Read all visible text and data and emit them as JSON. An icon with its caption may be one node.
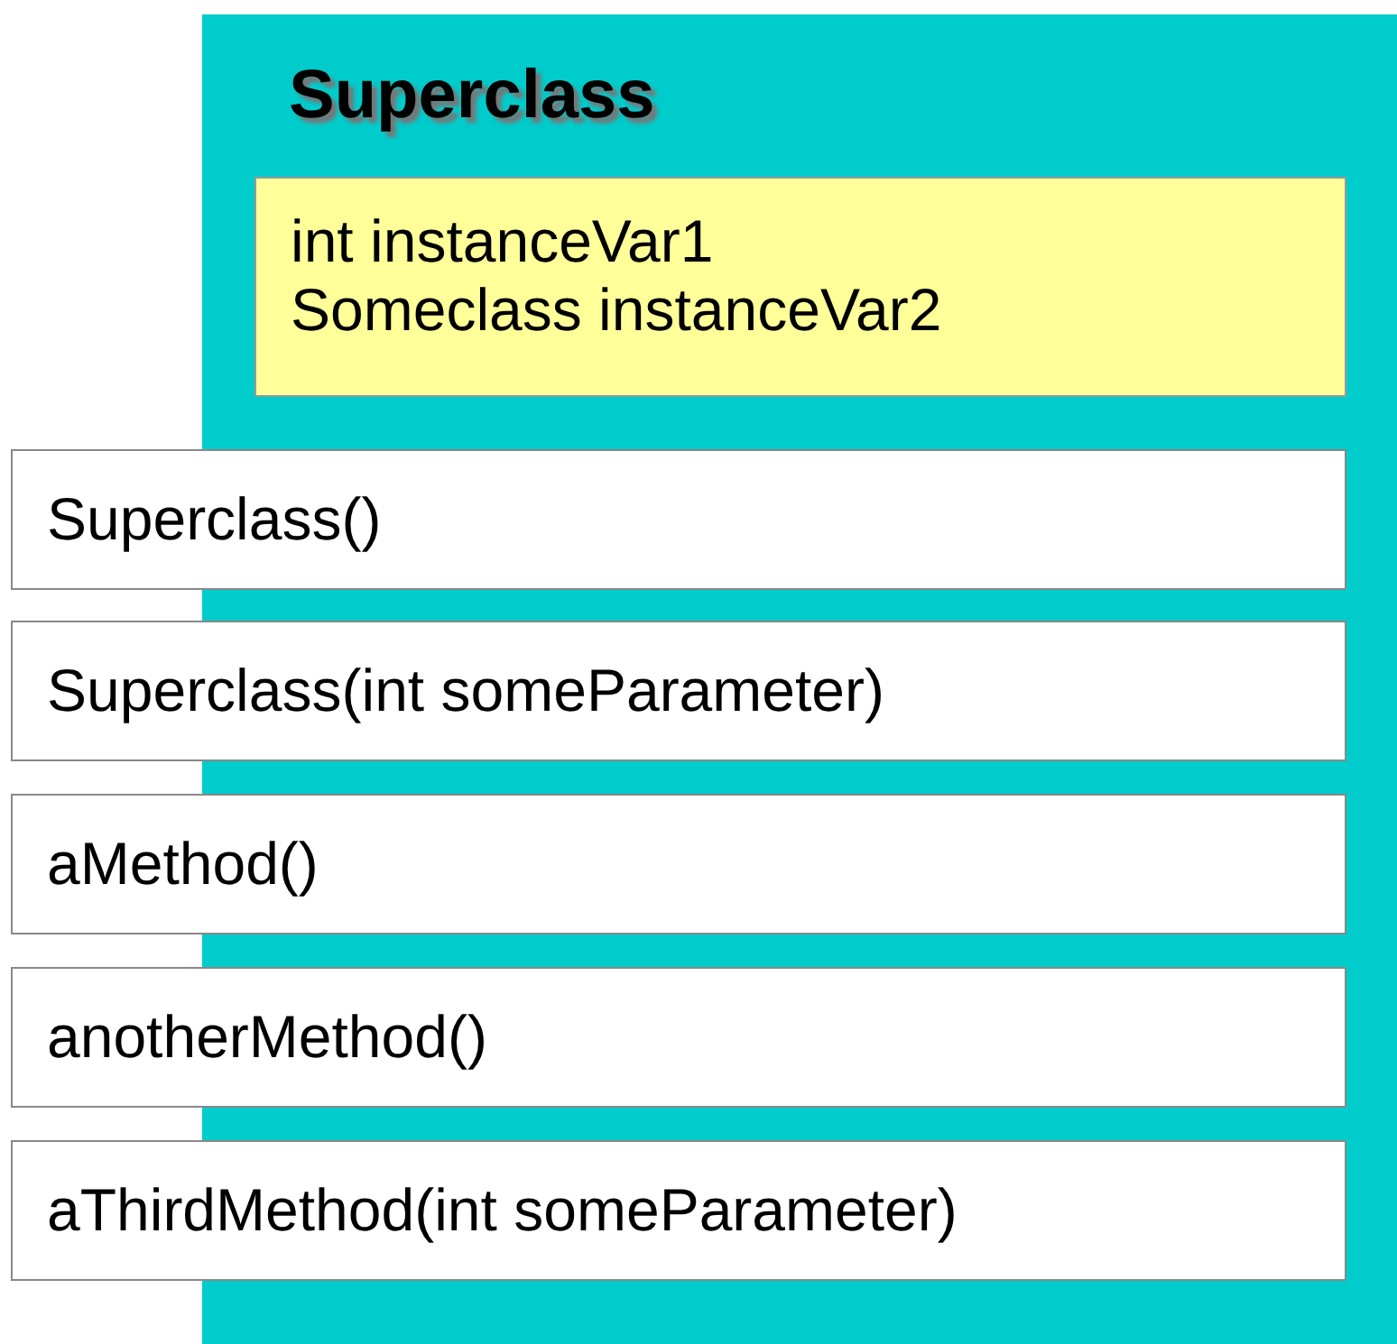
{
  "diagram": {
    "nodes": [
      {
        "text": [
          "Superclass"
        ]
      },
      {
        "text": [
          "int instanceVar1",
          "Someclass instanceVar2"
        ],
        "in": 0
      },
      {
        "text": [
          "Superclass()"
        ]
      },
      {
        "text": [
          "Superclass(int someParameter)"
        ]
      },
      {
        "text": [
          "aMethod()"
        ]
      },
      {
        "text": [
          "anotherMethod()"
        ]
      },
      {
        "text": [
          "aThirdMethod(int someParameter)"
        ]
      }
    ],
    "edges": []
  }
}
